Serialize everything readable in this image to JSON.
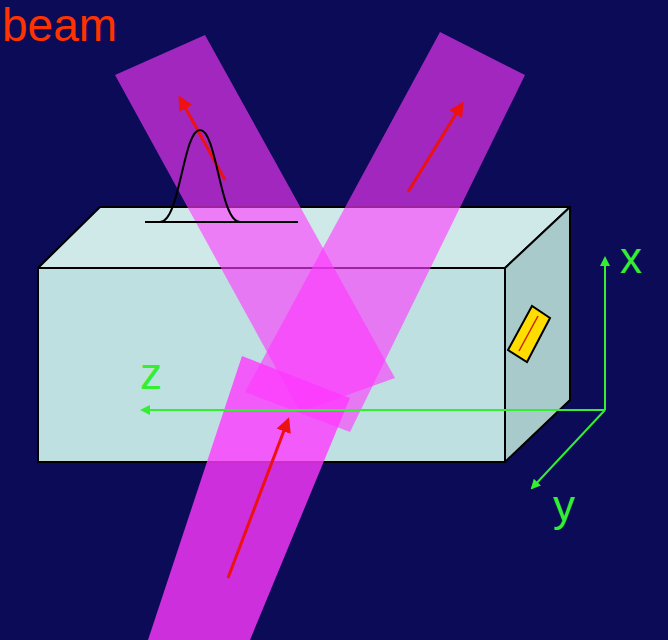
{
  "diagram": {
    "labels": [
      "beam",
      "z",
      "x",
      "y"
    ]
  }
}
